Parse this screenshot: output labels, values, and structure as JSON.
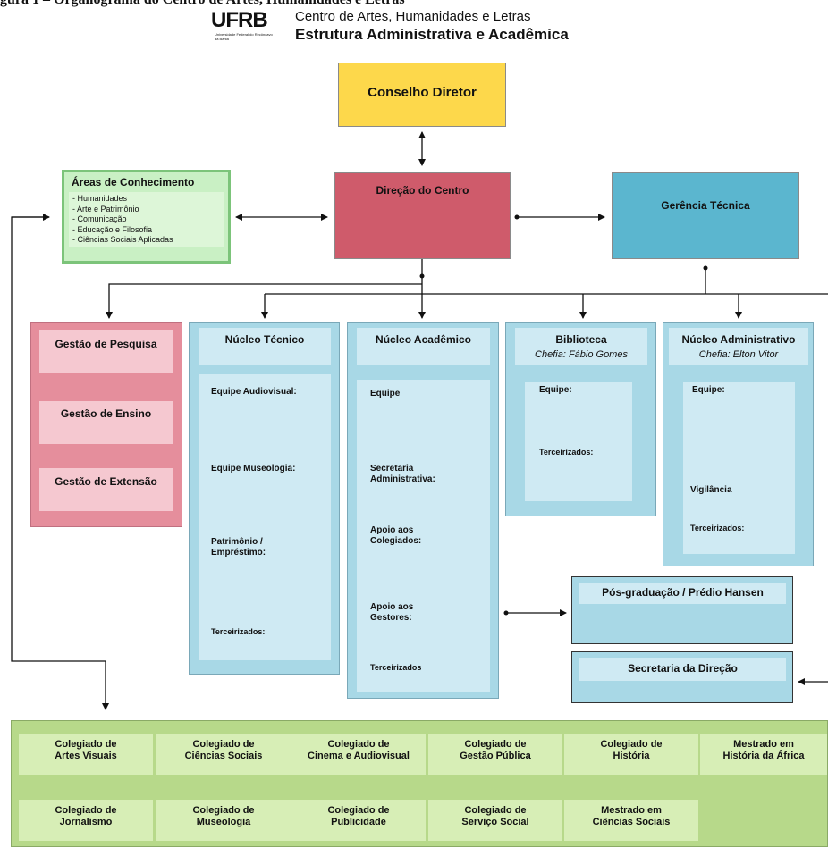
{
  "caption_fragment": "gura 1 – Organograma do Centro de Artes, Humanidades e Letras",
  "header": {
    "logo": "UFRB",
    "logo_sub": "Universidade Federal do Recôncavo da Bahia",
    "line1": "Centro de Artes, Humanidades e Letras",
    "line2": "Estrutura Administrativa e Acadêmica"
  },
  "conselho": "Conselho Diretor",
  "direcao": "Direção do Centro",
  "gerencia": "Gerência Técnica",
  "areas": {
    "title": "Áreas de Conhecimento",
    "items": [
      "- Humanidades",
      "- Arte e Patrimônio",
      "- Comunicação",
      "- Educação e Filosofia",
      "- Ciências Sociais Aplicadas"
    ]
  },
  "gestao": [
    "Gestão de Pesquisa",
    "Gestão de Ensino",
    "Gestão de Extensão"
  ],
  "nucleo_tecnico": {
    "title": "Núcleo Técnico",
    "items": [
      "Equipe Audiovisual:",
      "Equipe Museologia:",
      "Patrimônio /\nEmpréstimo:",
      "Terceirizados:"
    ]
  },
  "nucleo_academico": {
    "title": "Núcleo Acadêmico",
    "items": [
      "Equipe",
      "Secretaria\nAdministrativa:",
      "Apoio aos\nColegiados:",
      "Apoio aos\nGestores:",
      "Terceirizados"
    ]
  },
  "biblioteca": {
    "title": "Biblioteca",
    "chefia": "Chefia: Fábio Gomes",
    "items": [
      "Equipe:",
      "Terceirizados:"
    ]
  },
  "nucleo_admin": {
    "title": "Núcleo Administrativo",
    "chefia": "Chefia: Elton Vitor",
    "items": [
      "Equipe:",
      "Vigilância",
      "Terceirizados:"
    ]
  },
  "pos": "Pós-graduação / Prédio Hansen",
  "secretaria": "Secretaria da Direção",
  "colegiados": [
    "Colegiado de\nArtes Visuais",
    "Colegiado de\nCiências Sociais",
    "Colegiado de\nCinema e Audiovisual",
    "Colegiado de\nGestão Pública",
    "Colegiado de\nHistória",
    "Mestrado em\nHistória da África",
    "Colegiado de\nJornalismo",
    "Colegiado de\nMuseologia",
    "Colegiado de\nPublicidade",
    "Colegiado de\nServiço Social",
    "Mestrado em\nCiências Sociais"
  ],
  "colors": {
    "conselho": "#fdd84b",
    "direcao": "#cf5b6b",
    "gerencia": "#5bb6cf",
    "areas_border": "#7cc47a",
    "areas_bg": "#c9f0c4",
    "gestao_bg": "#e58e9c",
    "gestao_inner": "#f5c8d0",
    "blue_bg": "#a8d8e6",
    "blue_inner": "#cfeaf3",
    "green_panel": "#b7d98a",
    "colegiado_box": "#d7eeb6"
  }
}
